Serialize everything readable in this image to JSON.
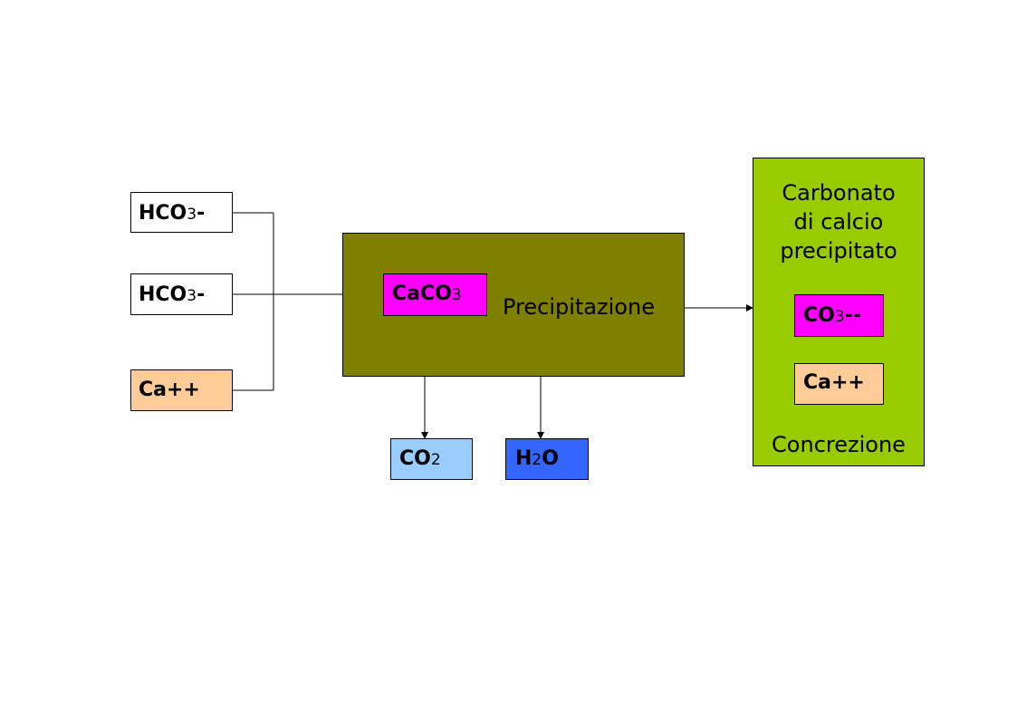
{
  "colors": {
    "white": "#ffffff",
    "salmon": "#ffcc99",
    "magenta": "#ff00ff",
    "olive": "#808000",
    "lime": "#99cc00",
    "light_blue": "#99ccff",
    "blue": "#3366ff"
  },
  "inputs": {
    "hco3_a": {
      "base": "HCO",
      "sub": "3",
      "suffix": "-"
    },
    "hco3_b": {
      "base": "HCO",
      "sub": "3",
      "suffix": "-"
    },
    "ca": {
      "base": "Ca++",
      "sub": "",
      "suffix": ""
    }
  },
  "process": {
    "label": "Precipitazione",
    "inner": {
      "base": "CaCO",
      "sub": "3",
      "suffix": ""
    }
  },
  "outputs": {
    "co2": {
      "base": "CO",
      "sub": "2",
      "suffix": ""
    },
    "h2o": {
      "base": "H",
      "sub": "2",
      "suffix": "O"
    }
  },
  "result": {
    "title_lines": [
      "Carbonato",
      "di calcio",
      "precipitato"
    ],
    "co3": {
      "base": "CO",
      "sub": "3",
      "suffix": "--"
    },
    "ca": {
      "base": "Ca++",
      "sub": "",
      "suffix": ""
    },
    "footer": "Concrezione"
  }
}
